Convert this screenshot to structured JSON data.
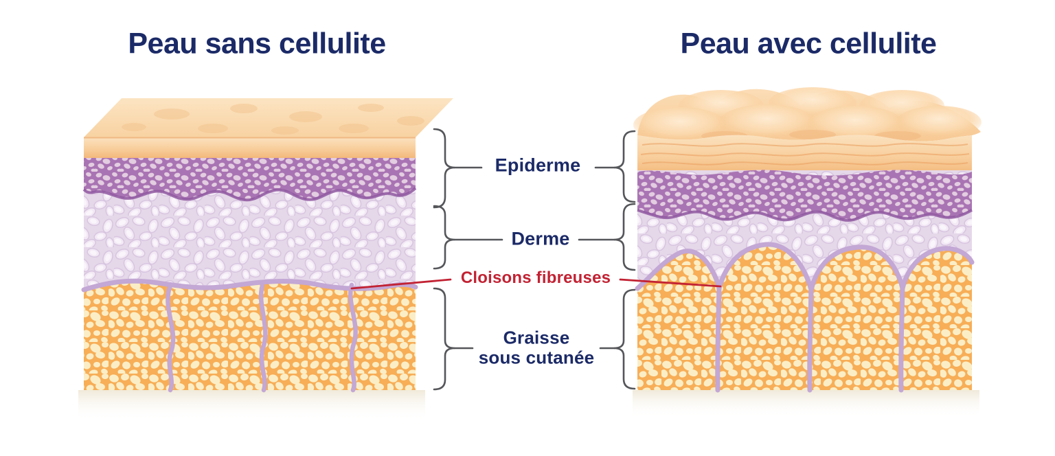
{
  "titles": {
    "left": "Peau sans cellulite",
    "right": "Peau avec cellulite"
  },
  "labels": {
    "epiderme": "Epiderme",
    "derme": "Derme",
    "cloisons_fibreuses": "Cloisons fibreuses",
    "graisse_line1": "Graisse",
    "graisse_line2": "sous cutanée"
  },
  "colors": {
    "title_navy": "#1B2A67",
    "annotation_red": "#C22233",
    "brace_gray": "#55565A",
    "skin_surface_peach": "#F9D9AE",
    "epidermis_band_peach": "#F5BD7E",
    "epidermis_base_purple": "#A974B3",
    "epidermis_dot_pink": "#E3CDE1",
    "dermis_lavender": "#E5D8E9",
    "dermis_cell_light": "#F4ECF6",
    "membrane_septa_lavender": "#C3A7D4",
    "fat_orange": "#F7AE57",
    "fat_lobule_cream": "#FBEEC6",
    "shadow_beige": "#EFE8D7"
  }
}
